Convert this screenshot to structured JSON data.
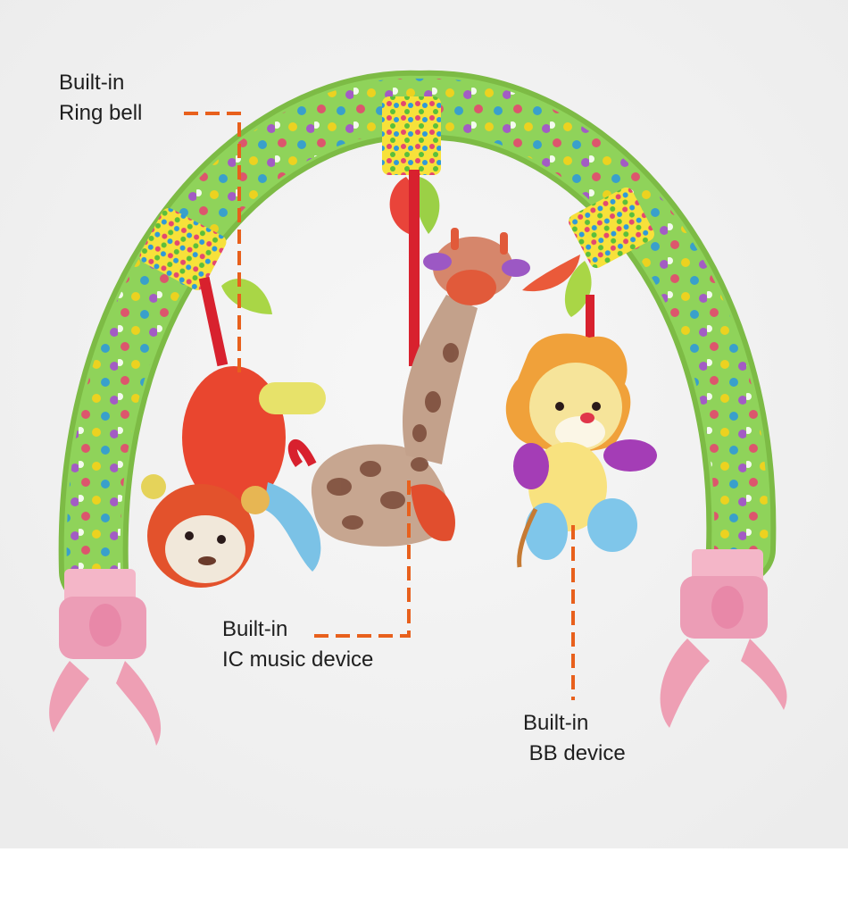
{
  "callouts": {
    "ring_bell": {
      "line1": "Built-in",
      "line2": "Ring bell"
    },
    "ic_music": {
      "line1": "Built-in",
      "line2": "IC music device"
    },
    "bb_device": {
      "line1": "Built-in",
      "line2": " BB device"
    }
  },
  "colors": {
    "background": "#f3f3f3",
    "arch": "#8dcf57",
    "callout_line": "#e8601c",
    "clip": "#f2a9c0"
  }
}
